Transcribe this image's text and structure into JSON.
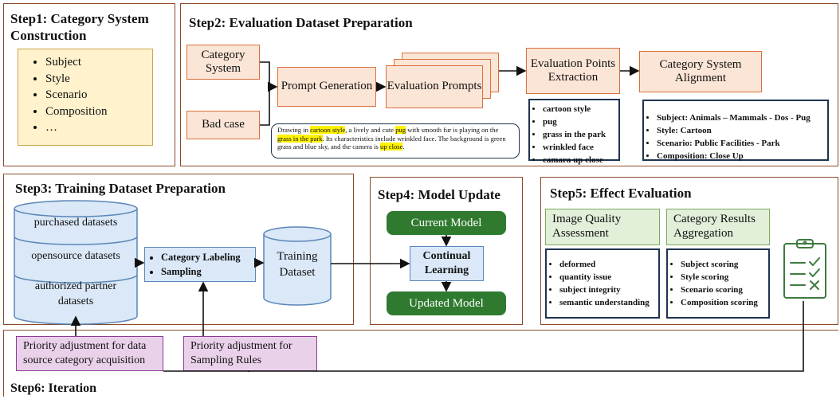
{
  "step1": {
    "title": "Step1: Category System Construction",
    "items": [
      "Subject",
      "Style",
      "Scenario",
      "Composition",
      "…"
    ]
  },
  "step2": {
    "title": "Step2: Evaluation Dataset Preparation",
    "category_system": "Category System",
    "bad_case": "Bad case",
    "prompt_generation": "Prompt Generation",
    "evaluation_prompts": "Evaluation Prompts",
    "evaluation_points_extraction": "Evaluation Points Extraction",
    "category_system_alignment": "Category System Alignment",
    "example_prompt": {
      "p1": "Drawing in ",
      "h1": "cartoon style",
      "p2": ", a lively and cute ",
      "h2": "pug",
      "p3": " with smooth fur is playing on the ",
      "h3": "grass in the park",
      "p4": ". Its characteristics include wrinkled face. The background is green grass and blue sky, and the camera is ",
      "h4": "up close",
      "p5": "."
    },
    "points": [
      "cartoon style",
      "pug",
      "grass in the park",
      "wrinkled face",
      "camara up close"
    ],
    "alignment": [
      "Subject: Animals – Mammals - Dos - Pug",
      "Style: Cartoon",
      "Scenario: Public Facilities - Park",
      "Composition: Close Up"
    ]
  },
  "step3": {
    "title": "Step3: Training Dataset Preparation",
    "datasets": [
      "purchased datasets",
      "opensource datasets",
      "authorized partner datasets"
    ],
    "labeling": [
      "Category Labeling",
      "Sampling"
    ],
    "training_dataset": "Training Dataset"
  },
  "step4": {
    "title": "Step4: Model Update",
    "current_model": "Current Model",
    "continual_learning": "Continual Learning",
    "updated_model": "Updated Model"
  },
  "step5": {
    "title": "Step5: Effect Evaluation",
    "image_quality": "Image Quality Assessment",
    "category_results": "Category Results Aggregation",
    "quality_items": [
      "deformed",
      "quantity issue",
      "subject integrity",
      "semantic understanding"
    ],
    "category_items": [
      "Subject scoring",
      "Style scoring",
      "Scenario scoring",
      "Composition scoring"
    ]
  },
  "step6": {
    "title": "Step6: Iteration",
    "priority_data": "Priority adjustment for data source category acquisition",
    "priority_sampling": "Priority adjustment for Sampling Rules"
  },
  "icons": [
    "clipboard-checklist-icon"
  ]
}
